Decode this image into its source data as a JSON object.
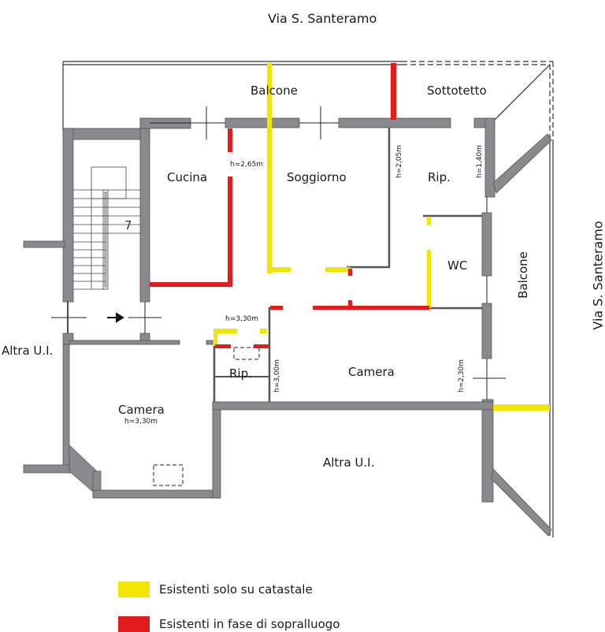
{
  "street_top": "Via S. Santeramo",
  "street_right": "Via S. Santeramo",
  "rooms": {
    "balcone_top": "Balcone",
    "sottotetto": "Sottotetto",
    "cucina": "Cucina",
    "soggiorno": "Soggiorno",
    "rip_top": "Rip.",
    "wc": "WC",
    "balcone_right": "Balcone",
    "altra_ui_left": "Altra U.I.",
    "rip_small": "Rip.",
    "camera_right": "Camera",
    "camera_left": "Camera",
    "altra_ui_bottom": "Altra U.I."
  },
  "heights": {
    "cucina": "h=2,65m",
    "soggiorno_right": "h=2,05m",
    "rip_top": "h=1,40m",
    "rip_small_top": "h=3,30m",
    "rip_small_side": "h=3,00m",
    "camera_right": "h=2,30m",
    "camera_left": "h=3,30m"
  },
  "stair_number": "7",
  "colors": {
    "wall": "#8a8a8e",
    "yellow": "#f2e600",
    "red": "#e21b1b"
  },
  "legend": [
    {
      "color": "#f2e600",
      "label": "Esistenti solo su catastale"
    },
    {
      "color": "#e21b1b",
      "label": "Esistenti in fase di sopralluogo"
    }
  ]
}
